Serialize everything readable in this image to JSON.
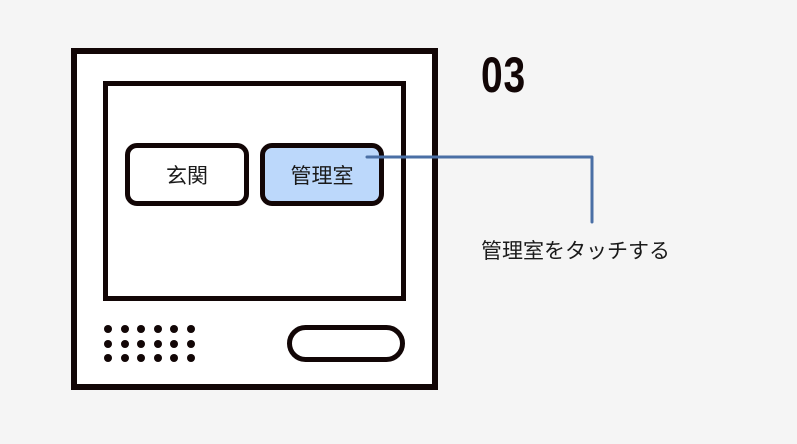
{
  "step_number": "03",
  "intercom": {
    "buttons": [
      {
        "label": "玄関",
        "highlighted": false
      },
      {
        "label": "管理室",
        "highlighted": true
      }
    ]
  },
  "caption": "管理室をタッチする",
  "colors": {
    "highlight": "#bcd8fb",
    "callout_line": "#4a6fa5",
    "outline": "#120606"
  }
}
